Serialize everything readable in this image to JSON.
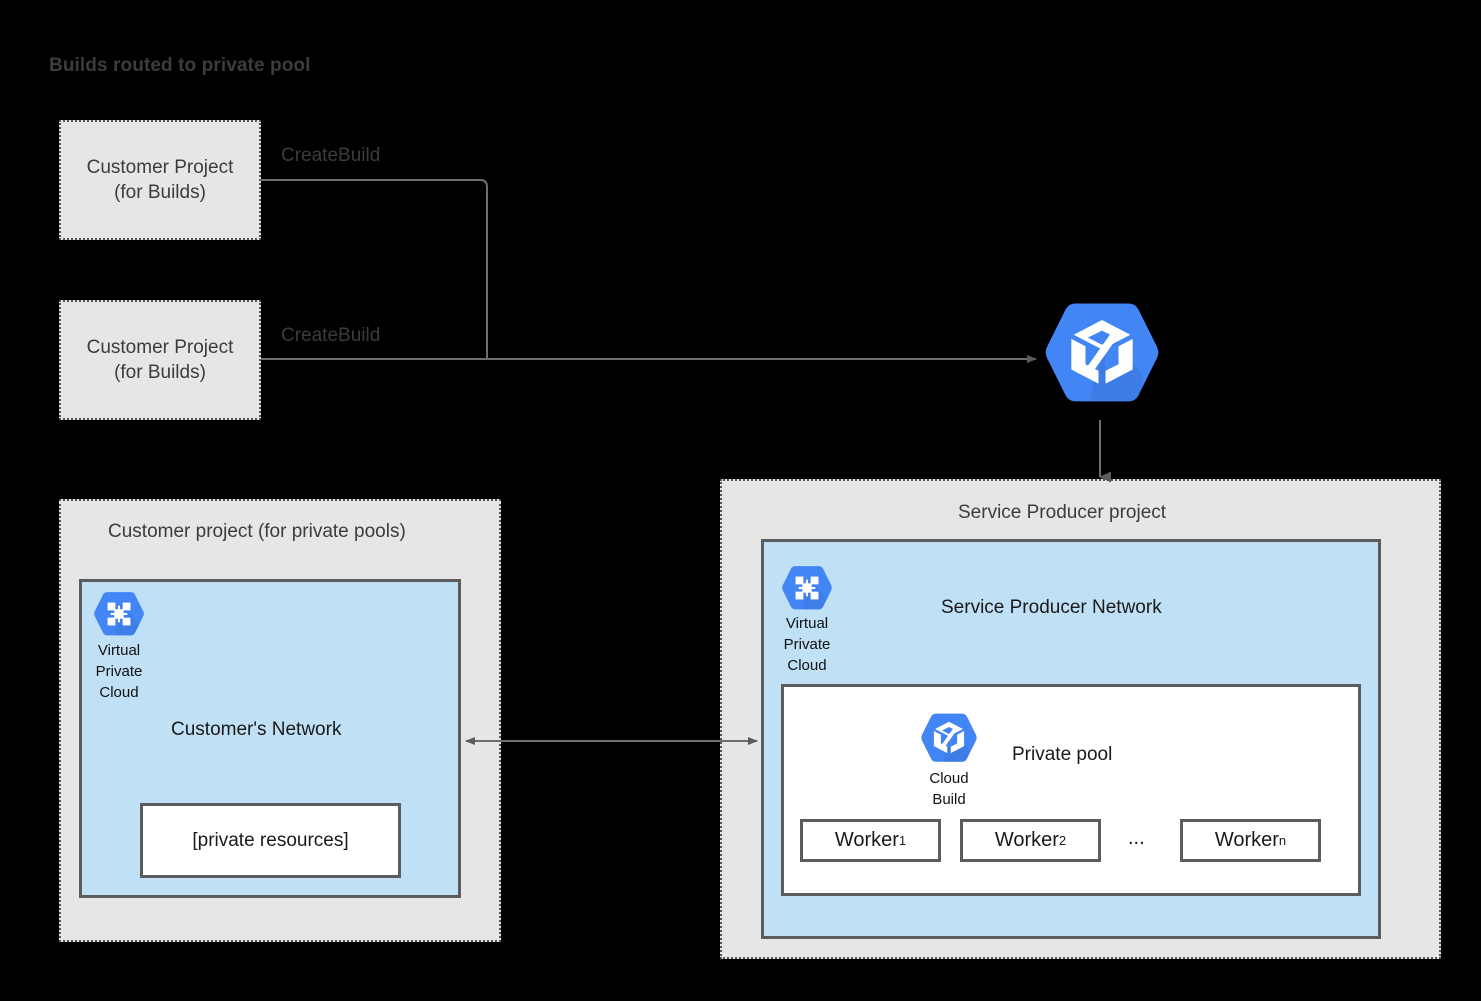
{
  "title": "Builds routed to private pool",
  "left_projects": [
    {
      "name": "customer-project-builds-1",
      "line1": "Customer Project",
      "line2": "(for Builds)",
      "edge_label": "CreateBuild"
    },
    {
      "name": "customer-project-builds-2",
      "line1": "Customer Project",
      "line2": "(for Builds)",
      "edge_label": "CreateBuild"
    }
  ],
  "cloud_build_service": {
    "icon": "cloud-build-icon",
    "alt": "Cloud Build"
  },
  "customer_project": {
    "title": "Customer project (for private pools)",
    "network": {
      "title": "Customer's Network",
      "vpc_icon_caption": "Virtual\nPrivate\nCloud",
      "vpc_caption_lines": [
        "Virtual",
        "Private",
        "Cloud"
      ],
      "resources_box": "[private resources]"
    }
  },
  "service_producer_project": {
    "title": "Service Producer project",
    "network": {
      "title": "Service Producer Network",
      "vpc_caption_lines": [
        "Virtual",
        "Private",
        "Cloud"
      ],
      "private_pool": {
        "title": "Private pool",
        "icon_caption_lines": [
          "Cloud",
          "Build"
        ],
        "workers": [
          {
            "label": "Worker",
            "subscript": "1"
          },
          {
            "label": "Worker",
            "subscript": "2"
          },
          {
            "label": "Worker",
            "subscript": "n"
          }
        ],
        "ellipsis": "..."
      }
    }
  },
  "colors": {
    "google_blue": "#4285F4",
    "google_blue_shade": "#3A76D8",
    "network_fill": "#BFE0F5",
    "project_fill": "#E6E6E6",
    "border_gray": "#5C5C5C",
    "connector_gray": "#666666",
    "text_gray": "#3C3C3C",
    "background": "#000000"
  }
}
